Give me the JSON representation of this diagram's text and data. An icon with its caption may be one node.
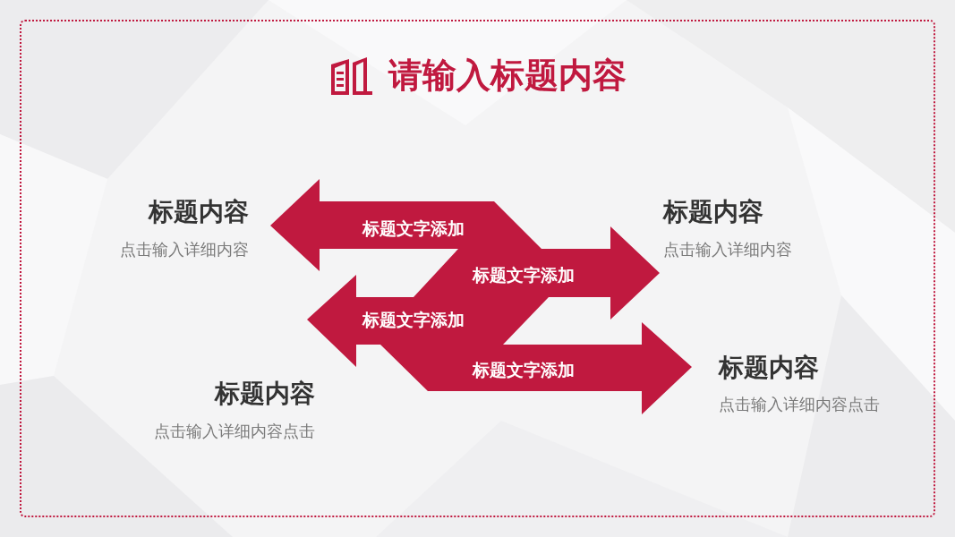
{
  "diagram": {
    "title": "请输入标题内容",
    "nodes": [
      {
        "text": [
          "标题文字添加"
        ],
        "beside": [
          "标题内容",
          "点击输入详细内容"
        ]
      },
      {
        "text": [
          "标题文字添加"
        ],
        "beside": [
          "标题内容",
          "点击输入详细内容"
        ]
      },
      {
        "text": [
          "标题文字添加"
        ],
        "beside": [
          "标题内容",
          "点击输入详细内容点击"
        ]
      },
      {
        "text": [
          "标题文字添加"
        ],
        "beside": [
          "标题内容",
          "点击输入详细内容点击"
        ]
      }
    ]
  }
}
